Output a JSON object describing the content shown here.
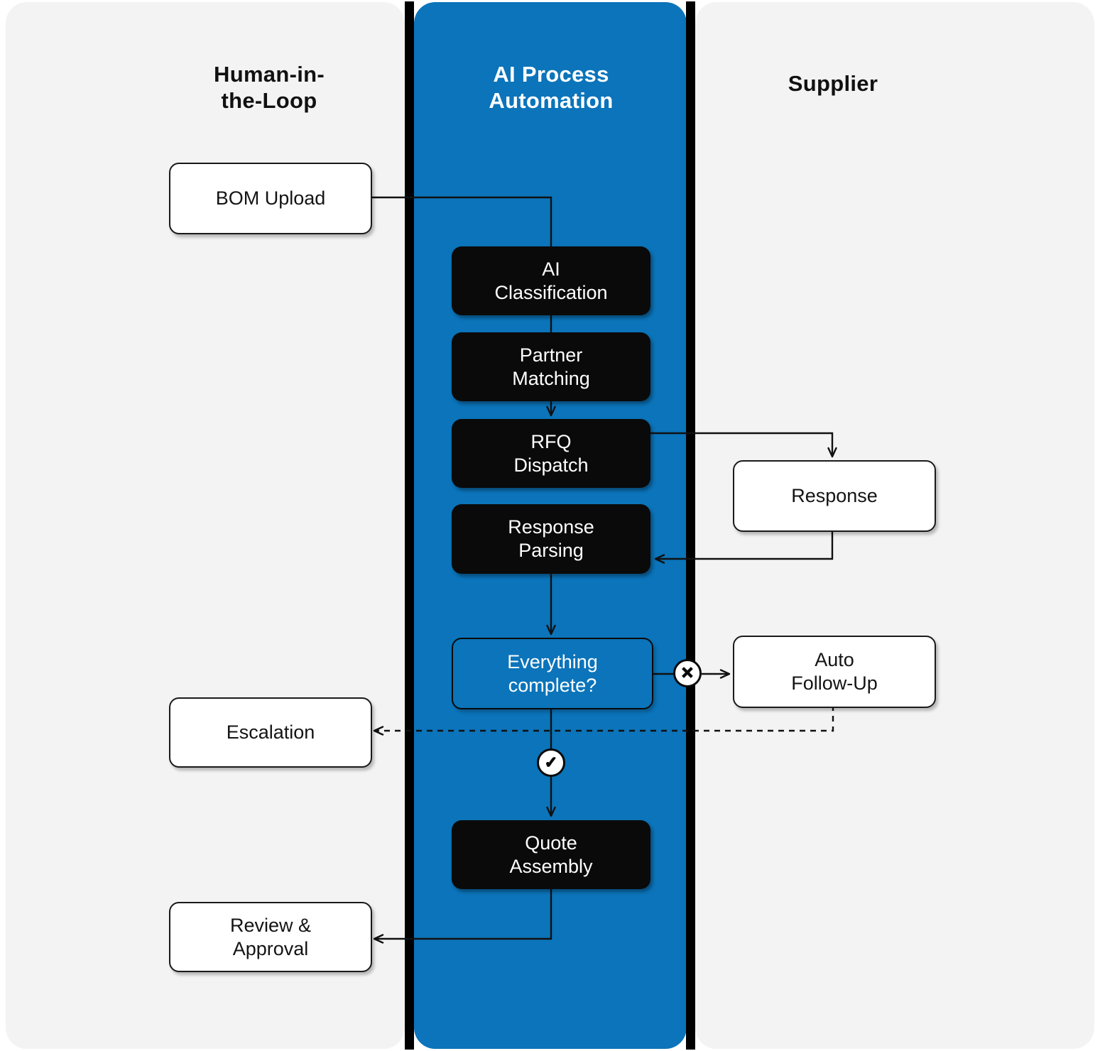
{
  "diagram": {
    "lanes": {
      "human_in_the_loop": {
        "title_lines": [
          "Human-in-",
          "the-Loop"
        ]
      },
      "ai_process_automation": {
        "title_lines": [
          "AI Process",
          "Automation"
        ]
      },
      "supplier": {
        "title_lines": [
          "Supplier"
        ]
      }
    },
    "nodes": {
      "bom_upload": {
        "lane": "human_in_the_loop",
        "style": "white",
        "lines": [
          "BOM Upload"
        ]
      },
      "ai_classification": {
        "lane": "ai_process_automation",
        "style": "black",
        "lines": [
          "AI",
          "Classification"
        ]
      },
      "partner_matching": {
        "lane": "ai_process_automation",
        "style": "black",
        "lines": [
          "Partner",
          "Matching"
        ]
      },
      "rfq_dispatch": {
        "lane": "ai_process_automation",
        "style": "black",
        "lines": [
          "RFQ",
          "Dispatch"
        ]
      },
      "response": {
        "lane": "supplier",
        "style": "white",
        "lines": [
          "Response"
        ]
      },
      "response_parsing": {
        "lane": "ai_process_automation",
        "style": "black",
        "lines": [
          "Response",
          "Parsing"
        ]
      },
      "everything_complete": {
        "lane": "ai_process_automation",
        "style": "blue",
        "lines": [
          "Everything",
          "complete?"
        ]
      },
      "auto_follow_up": {
        "lane": "supplier",
        "style": "white",
        "lines": [
          "Auto",
          "Follow-Up"
        ]
      },
      "escalation": {
        "lane": "human_in_the_loop",
        "style": "white",
        "lines": [
          "Escalation"
        ]
      },
      "quote_assembly": {
        "lane": "ai_process_automation",
        "style": "black",
        "lines": [
          "Quote",
          "Assembly"
        ]
      },
      "review_approval": {
        "lane": "human_in_the_loop",
        "style": "white",
        "lines": [
          "Review &",
          "Approval"
        ]
      }
    },
    "icons": {
      "x_gate_glyph": "✕",
      "check_gate_glyph": "✓"
    },
    "colors": {
      "automation_blue": "#0b74ba",
      "lane_gray": "#f3f3f3",
      "node_black": "#0a0a0a",
      "node_white": "#ffffff",
      "connector_black": "#111111"
    }
  }
}
